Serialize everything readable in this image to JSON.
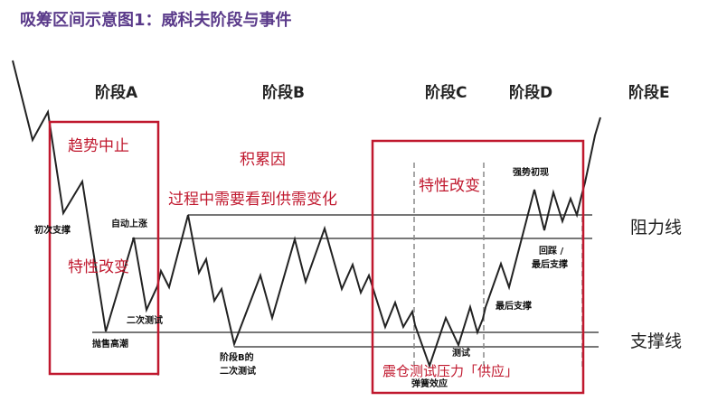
{
  "title": "吸筹区间示意图1：威科夫阶段与事件",
  "phases": [
    "阶段A",
    "阶段B",
    "阶段C",
    "阶段D",
    "阶段E"
  ],
  "annotations_red": {
    "trend_stop": "趋势中止",
    "change_character_a": "特性改变",
    "cause": "积累因",
    "supply_demand": "过程中需要看到供需变化",
    "change_character_c": "特性改变",
    "shakeout": "震仓测试压力「供应」"
  },
  "events": {
    "ps": "初次支撑",
    "ar": "自动上涨",
    "st": "二次测试",
    "sc": "抛售高潮",
    "st_b_line1": "阶段B的",
    "st_b_line2": "二次测试",
    "test": "测试",
    "spring": "弹簧效应",
    "lps": "最后支撑",
    "bu_line1": "回踩 /",
    "bu_line2": "最后支撑",
    "sos": "强势初现"
  },
  "lines": {
    "resistance": "阻力线",
    "support": "支撑线"
  },
  "colors": {
    "title": "#5a3a8a",
    "highlight": "#c0182e",
    "price": "#222222",
    "levels": "#777777"
  }
}
